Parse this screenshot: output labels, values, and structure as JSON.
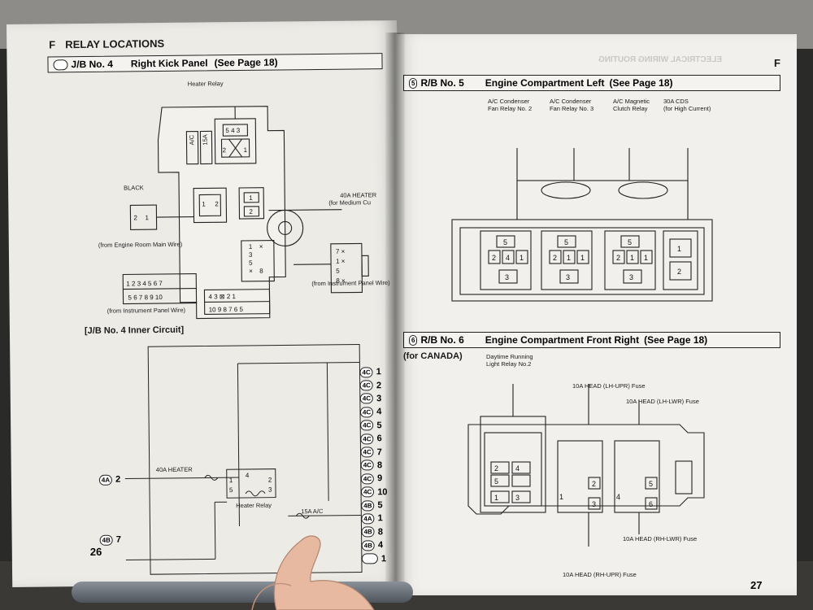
{
  "left": {
    "chapter_letter": "F",
    "chapter_title": "RELAY LOCATIONS",
    "section": {
      "marker": "",
      "jb": "J/B No. 4",
      "name": "Right Kick Panel",
      "ref": "(See Page 18)"
    },
    "labels": {
      "heater_relay": "Heater Relay",
      "black": "BLACK",
      "heater_40a": "40A HEATER",
      "medium_current": "(for Medium Cu",
      "engine_room_main_wire": "(from Engine Room Main Wire)",
      "instrument_panel_wire_1": "(from Instrument Panel Wire)",
      "instrument_panel_wire_2": "(from Instrument Panel Wire)",
      "ac": "A/C",
      "fuse_15a": "15A"
    },
    "inner_circuit_title": "[J/B No. 4 Inner Circuit]",
    "circuit_labels": {
      "heater_40a": "40A HEATER",
      "heater_relay": "Heater Relay",
      "ac_15a": "15A A/C"
    },
    "connector_pins": [
      {
        "conn": "4C",
        "pin": "1"
      },
      {
        "conn": "4C",
        "pin": "2"
      },
      {
        "conn": "4C",
        "pin": "3"
      },
      {
        "conn": "4C",
        "pin": "4"
      },
      {
        "conn": "4C",
        "pin": "5"
      },
      {
        "conn": "4C",
        "pin": "6"
      },
      {
        "conn": "4C",
        "pin": "7"
      },
      {
        "conn": "4C",
        "pin": "8"
      },
      {
        "conn": "4C",
        "pin": "9"
      },
      {
        "conn": "4C",
        "pin": "10"
      },
      {
        "conn": "4B",
        "pin": "5"
      },
      {
        "conn": "4A",
        "pin": "1"
      },
      {
        "conn": "4B",
        "pin": "8"
      },
      {
        "conn": "4B",
        "pin": "4"
      },
      {
        "conn": "",
        "pin": "1"
      }
    ],
    "input_4a": {
      "conn": "4A",
      "pin": "2"
    },
    "input_4b": {
      "conn": "4B",
      "pin": "7"
    },
    "page_number": "26"
  },
  "right": {
    "chapter_letter": "F",
    "ghost_header": "ELECTRICAL WIRING ROUTING",
    "section5": {
      "marker": "5",
      "rb": "R/B No. 5",
      "name": "Engine Compartment Left",
      "ref": "(See Page 18)"
    },
    "section5_labels": [
      "A/C Condenser\nFan Relay No. 2",
      "A/C Condenser\nFan Relay No. 3",
      "A/C Magnetic\nClutch Relay",
      "30A CDS\n(for High Current)"
    ],
    "section6": {
      "marker": "6",
      "rb": "R/B No. 6",
      "name": "Engine Compartment Front Right",
      "ref": "(See Page 18)"
    },
    "for_canada": "(for CANADA)",
    "section6_labels": {
      "drl_relay": "Daytime Running\nLight Relay No.2",
      "lh_upr": "10A HEAD (LH-UPR) Fuse",
      "lh_lwr": "10A HEAD (LH-LWR) Fuse",
      "rh_lwr": "10A HEAD (RH-LWR) Fuse",
      "rh_upr": "10A HEAD (RH-UPR) Fuse"
    },
    "page_number": "27"
  },
  "colors": {
    "paper": "#ecebe6",
    "ink": "#1a1a1a",
    "ghost": "#c9c8c2"
  }
}
